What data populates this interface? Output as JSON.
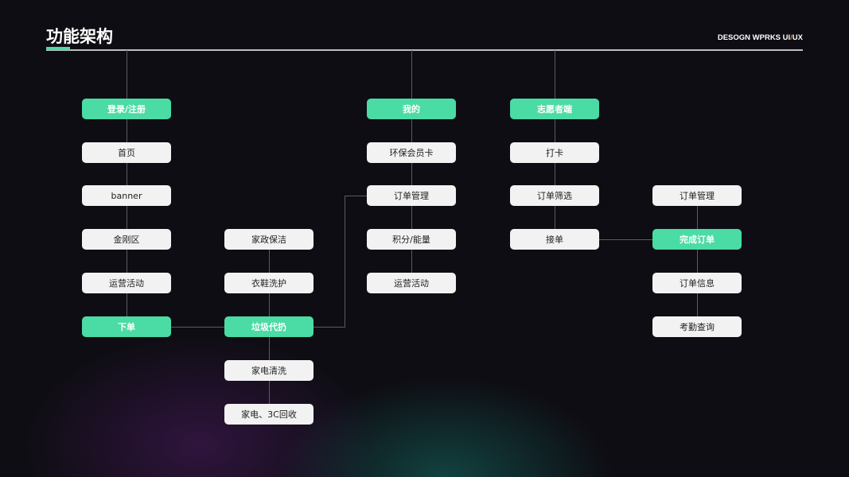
{
  "header": {
    "title": "功能架构",
    "brand_left": "DESOGN WPRKS UI",
    "brand_slash": "/",
    "brand_right": "UX"
  },
  "col1": [
    "登录/注册",
    "首页",
    "banner",
    "金刚区",
    "运营活动",
    "下单"
  ],
  "col2": [
    "家政保洁",
    "衣鞋洗护",
    "垃圾代扔",
    "家电清洗",
    "家电、3C回收"
  ],
  "col3": [
    "我的",
    "环保会员卡",
    "订单管理",
    "积分/能量",
    "运营活动"
  ],
  "col4": [
    "志愿者端",
    "打卡",
    "订单筛选",
    "接单"
  ],
  "col5": [
    "订单管理",
    "完成订单",
    "订单信息",
    "考勤查询"
  ],
  "colors": {
    "accent": "#4bdba4",
    "node": "#f2f2f2",
    "background": "#0e0d13"
  }
}
